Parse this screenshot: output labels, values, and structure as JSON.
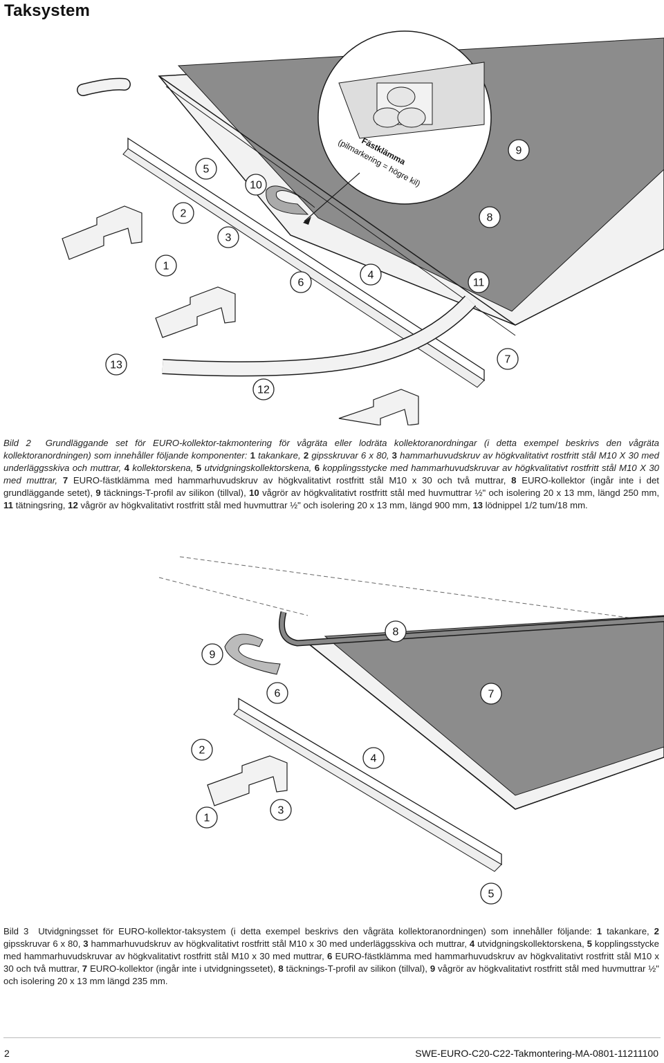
{
  "page_title": "Taksystem",
  "figure1": {
    "detail_title": "Fästklämma",
    "detail_subtitle": "(pilmarkering = högre kil)",
    "callouts": [
      "1",
      "2",
      "3",
      "4",
      "5",
      "6",
      "7",
      "8",
      "9",
      "10",
      "11",
      "12",
      "13"
    ],
    "caption_prefix": "Bild 2",
    "caption_parts": [
      {
        "t": "Grundläggande set för EURO-kollektor-takmontering för vågräta eller lodräta kollektoranordningar (i detta exempel beskrivs den vågräta kollektoranordningen) som innehåller följande komponenter: ",
        "s": "it"
      },
      {
        "t": "1",
        "s": "b"
      },
      {
        "t": " takankare, ",
        "s": "it"
      },
      {
        "t": "2",
        "s": "b"
      },
      {
        "t": " gipsskruvar 6 x 80, ",
        "s": "it"
      },
      {
        "t": "3",
        "s": "b"
      },
      {
        "t": " hammarhuvudskruv av högkvalitativt rostfritt stål M10 X 30 med underläggsskiva och muttrar, ",
        "s": "it"
      },
      {
        "t": "4",
        "s": "b"
      },
      {
        "t": " kollektorskena, ",
        "s": "it"
      },
      {
        "t": "5",
        "s": "b"
      },
      {
        "t": " utvidgningskollektorskena, ",
        "s": "it"
      },
      {
        "t": "6",
        "s": "b"
      },
      {
        "t": " kopplingsstycke med hammarhuvudskruvar av högkvalitativt rostfritt stål M10 X 30 med muttrar, ",
        "s": "it"
      },
      {
        "t": "7",
        "s": "b"
      },
      {
        "t": " EURO-fästklämma med hammarhuvudskruv av högkvalitativt rostfritt stål M10 x 30 och två muttrar, ",
        "s": ""
      },
      {
        "t": "8",
        "s": "b"
      },
      {
        "t": " EURO-kollektor (ingår inte i det grundläggande setet), ",
        "s": ""
      },
      {
        "t": "9",
        "s": "b"
      },
      {
        "t": " täcknings-T-profil av silikon (tillval), ",
        "s": ""
      },
      {
        "t": "10",
        "s": "b"
      },
      {
        "t": " vågrör av högkvalitativt rostfritt stål med huvmuttrar ½\" och isolering 20 x 13 mm, längd 250 mm, ",
        "s": ""
      },
      {
        "t": "11",
        "s": "b"
      },
      {
        "t": " tätningsring, ",
        "s": ""
      },
      {
        "t": "12",
        "s": "b"
      },
      {
        "t": " vågrör av högkvalitativt rostfritt stål med huvmuttrar ½\" och isolering 20 x 13 mm, längd 900 mm, ",
        "s": ""
      },
      {
        "t": "13",
        "s": "b"
      },
      {
        "t": " lödnippel 1/2 tum/18 mm.",
        "s": ""
      }
    ]
  },
  "figure2": {
    "callouts": [
      "1",
      "2",
      "3",
      "4",
      "5",
      "6",
      "7",
      "8",
      "9"
    ],
    "caption_prefix": "Bild 3",
    "caption_parts": [
      {
        "t": "Utvidgningsset för EURO-kollektor-taksystem (i detta exempel beskrivs den vågräta kollektoranordningen) som innehåller följande: ",
        "s": ""
      },
      {
        "t": "1",
        "s": "b"
      },
      {
        "t": " takankare, ",
        "s": ""
      },
      {
        "t": "2",
        "s": "b"
      },
      {
        "t": " gipsskruvar 6 x 80, ",
        "s": ""
      },
      {
        "t": "3",
        "s": "b"
      },
      {
        "t": " hammarhuvudskruv av högkvalitativt rostfritt stål M10 x 30 med underläggsskiva och muttrar, ",
        "s": ""
      },
      {
        "t": "4",
        "s": "b"
      },
      {
        "t": " utvidgningskollektorskena, ",
        "s": ""
      },
      {
        "t": "5",
        "s": "b"
      },
      {
        "t": " kopplingsstycke med hammarhuvudskruvar av högkvalitativt rostfritt stål M10 x 30 med muttrar, ",
        "s": ""
      },
      {
        "t": "6",
        "s": "b"
      },
      {
        "t": " EURO-fästklämma med hammarhuvudskruv av högkvalitativt rostfritt stål M10 x 30 och två muttrar, ",
        "s": ""
      },
      {
        "t": "7",
        "s": "b"
      },
      {
        "t": " EURO-kollektor (ingår inte i utvidgningssetet), ",
        "s": ""
      },
      {
        "t": "8",
        "s": "b"
      },
      {
        "t": " täcknings-T-profil av silikon (tillval), ",
        "s": ""
      },
      {
        "t": "9",
        "s": "b"
      },
      {
        "t": " vågrör av högkvalitativt rostfritt stål med huvmuttrar ½\" och isolering 20 x 13 mm längd 235 mm.",
        "s": ""
      }
    ]
  },
  "footer": {
    "page_number": "2",
    "doc_code": "SWE-EURO-C20-C22-Takmontering-MA-0801-11211100"
  },
  "colors": {
    "collector_fill": "#8c8c8c",
    "frame_fill": "#f2f2f2",
    "ink": "#1a1a1a"
  }
}
